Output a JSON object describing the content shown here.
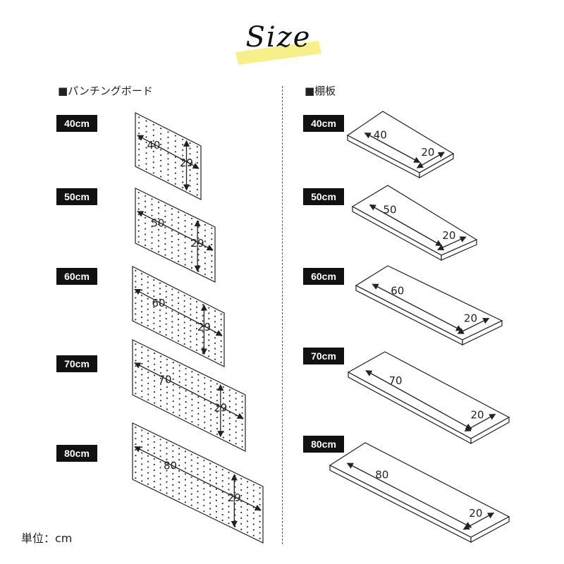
{
  "title": "Size",
  "sections": {
    "pegboard": "■パンチングボード",
    "shelf": "■棚板"
  },
  "sizes": [
    "40cm",
    "50cm",
    "60cm",
    "70cm",
    "80cm"
  ],
  "pegboards": [
    {
      "width": "40",
      "height": "29"
    },
    {
      "width": "50",
      "height": "29"
    },
    {
      "width": "60",
      "height": "29"
    },
    {
      "width": "70",
      "height": "29"
    },
    {
      "width": "80",
      "height": "29"
    }
  ],
  "shelves": [
    {
      "width": "40",
      "depth": "20"
    },
    {
      "width": "50",
      "depth": "20"
    },
    {
      "width": "60",
      "depth": "20"
    },
    {
      "width": "70",
      "depth": "20"
    },
    {
      "width": "80",
      "depth": "20"
    }
  ],
  "unit_note": "単位：cm"
}
